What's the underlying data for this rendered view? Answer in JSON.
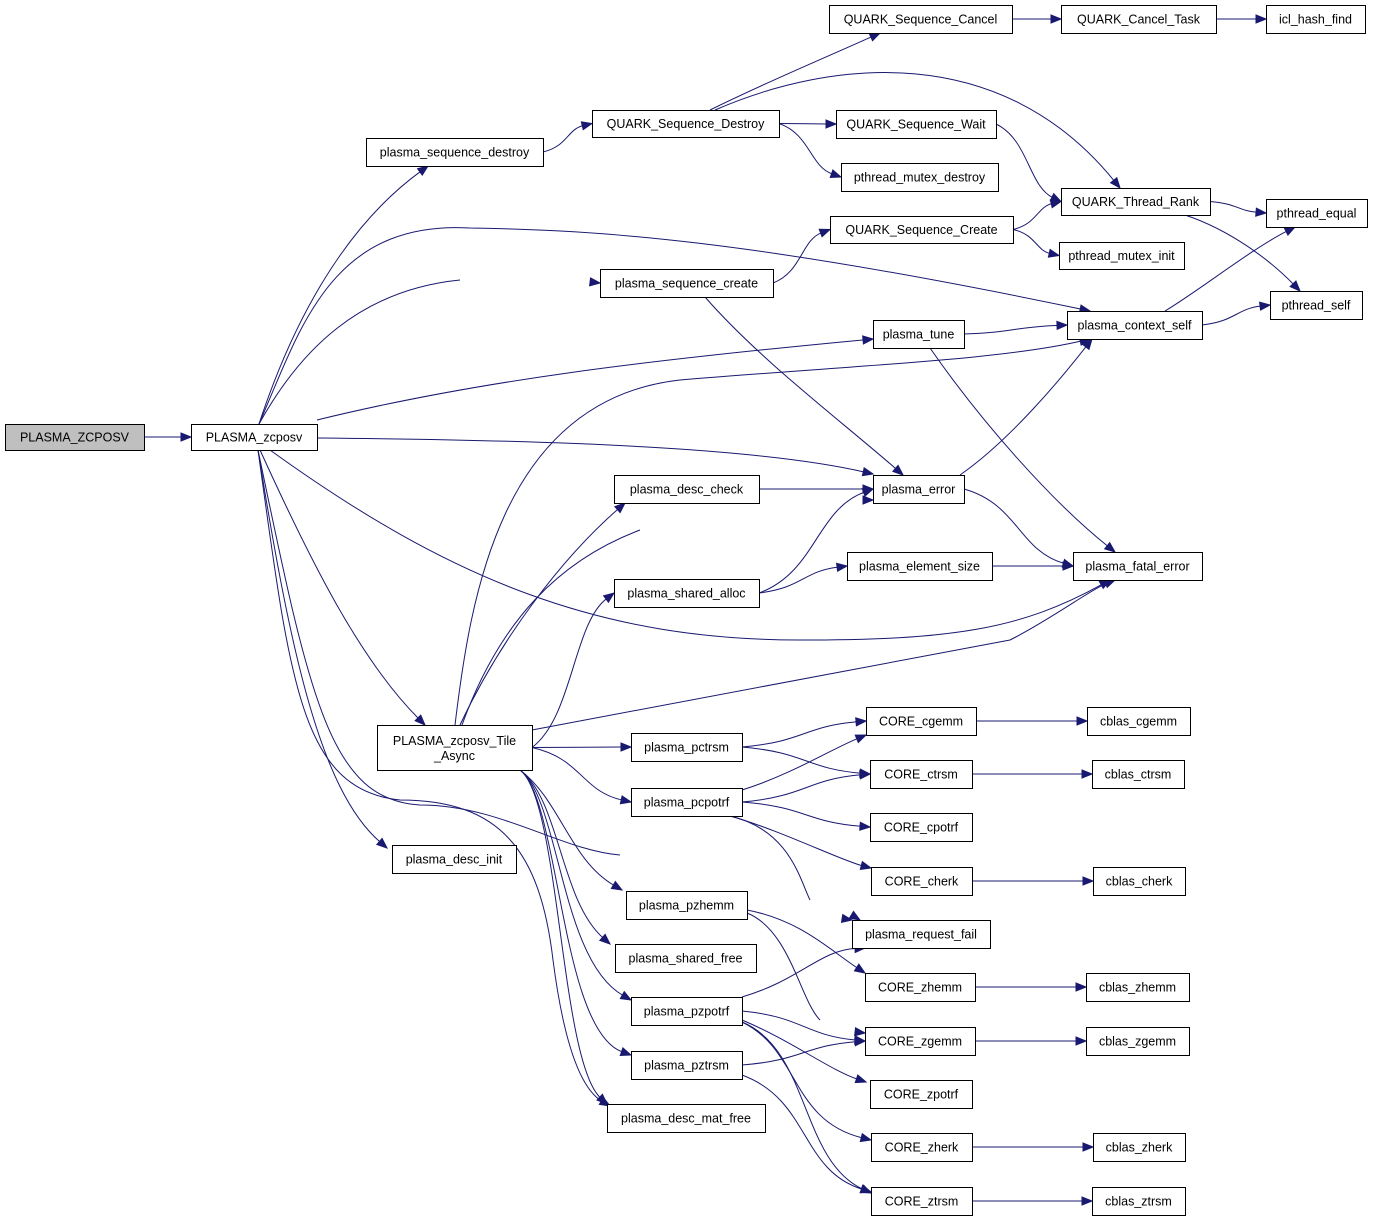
{
  "diagram": {
    "title": "Call graph for PLASMA_ZCPOSV",
    "colors": {
      "edge": "#191970",
      "root_fill": "#bfbfbf",
      "node_fill": "#ffffff",
      "node_border": "#000000"
    },
    "nodes": [
      {
        "id": "PLASMA_ZCPOSV",
        "label": "PLASMA_ZCPOSV",
        "root": true
      },
      {
        "id": "PLASMA_zcposv",
        "label": "PLASMA_zcposv"
      },
      {
        "id": "plasma_sequence_destroy",
        "label": "plasma_sequence_destroy"
      },
      {
        "id": "QUARK_Sequence_Destroy",
        "label": "QUARK_Sequence_Destroy"
      },
      {
        "id": "QUARK_Sequence_Cancel",
        "label": "QUARK_Sequence_Cancel"
      },
      {
        "id": "QUARK_Cancel_Task",
        "label": "QUARK_Cancel_Task"
      },
      {
        "id": "icl_hash_find",
        "label": "icl_hash_find"
      },
      {
        "id": "QUARK_Sequence_Wait",
        "label": "QUARK_Sequence_Wait"
      },
      {
        "id": "pthread_mutex_destroy",
        "label": "pthread_mutex_destroy"
      },
      {
        "id": "QUARK_Thread_Rank",
        "label": "QUARK_Thread_Rank"
      },
      {
        "id": "pthread_equal",
        "label": "pthread_equal"
      },
      {
        "id": "pthread_self",
        "label": "pthread_self"
      },
      {
        "id": "QUARK_Sequence_Create",
        "label": "QUARK_Sequence_Create"
      },
      {
        "id": "pthread_mutex_init",
        "label": "pthread_mutex_init"
      },
      {
        "id": "plasma_sequence_create",
        "label": "plasma_sequence_create"
      },
      {
        "id": "plasma_context_self",
        "label": "plasma_context_self"
      },
      {
        "id": "plasma_tune",
        "label": "plasma_tune"
      },
      {
        "id": "plasma_error",
        "label": "plasma_error"
      },
      {
        "id": "plasma_desc_check",
        "label": "plasma_desc_check"
      },
      {
        "id": "plasma_shared_alloc",
        "label": "plasma_shared_alloc"
      },
      {
        "id": "plasma_element_size",
        "label": "plasma_element_size"
      },
      {
        "id": "plasma_fatal_error",
        "label": "plasma_fatal_error"
      },
      {
        "id": "PLASMA_zcposv_Tile_Async",
        "label": "PLASMA_zcposv_Tile",
        "label2": "_Async"
      },
      {
        "id": "plasma_pctrsm",
        "label": "plasma_pctrsm"
      },
      {
        "id": "plasma_pcpotrf",
        "label": "plasma_pcpotrf"
      },
      {
        "id": "CORE_cgemm",
        "label": "CORE_cgemm"
      },
      {
        "id": "cblas_cgemm",
        "label": "cblas_cgemm"
      },
      {
        "id": "CORE_ctrsm",
        "label": "CORE_ctrsm"
      },
      {
        "id": "cblas_ctrsm",
        "label": "cblas_ctrsm"
      },
      {
        "id": "CORE_cpotrf",
        "label": "CORE_cpotrf"
      },
      {
        "id": "CORE_cherk",
        "label": "CORE_cherk"
      },
      {
        "id": "cblas_cherk",
        "label": "cblas_cherk"
      },
      {
        "id": "plasma_desc_init",
        "label": "plasma_desc_init"
      },
      {
        "id": "plasma_pzhemm",
        "label": "plasma_pzhemm"
      },
      {
        "id": "plasma_request_fail",
        "label": "plasma_request_fail"
      },
      {
        "id": "plasma_shared_free",
        "label": "plasma_shared_free"
      },
      {
        "id": "CORE_zhemm",
        "label": "CORE_zhemm"
      },
      {
        "id": "cblas_zhemm",
        "label": "cblas_zhemm"
      },
      {
        "id": "plasma_pzpotrf",
        "label": "plasma_pzpotrf"
      },
      {
        "id": "CORE_zgemm",
        "label": "CORE_zgemm"
      },
      {
        "id": "cblas_zgemm",
        "label": "cblas_zgemm"
      },
      {
        "id": "plasma_pztrsm",
        "label": "plasma_pztrsm"
      },
      {
        "id": "CORE_zpotrf",
        "label": "CORE_zpotrf"
      },
      {
        "id": "plasma_desc_mat_free",
        "label": "plasma_desc_mat_free"
      },
      {
        "id": "CORE_zherk",
        "label": "CORE_zherk"
      },
      {
        "id": "cblas_zherk",
        "label": "cblas_zherk"
      },
      {
        "id": "CORE_ztrsm",
        "label": "CORE_ztrsm"
      },
      {
        "id": "cblas_ztrsm",
        "label": "cblas_ztrsm"
      }
    ],
    "edges": [
      [
        "PLASMA_ZCPOSV",
        "PLASMA_zcposv"
      ],
      [
        "PLASMA_zcposv",
        "plasma_sequence_destroy"
      ],
      [
        "PLASMA_zcposv",
        "plasma_context_self"
      ],
      [
        "PLASMA_zcposv",
        "plasma_sequence_create"
      ],
      [
        "PLASMA_zcposv",
        "plasma_tune"
      ],
      [
        "PLASMA_zcposv",
        "plasma_error"
      ],
      [
        "PLASMA_zcposv",
        "plasma_fatal_error"
      ],
      [
        "PLASMA_zcposv",
        "PLASMA_zcposv_Tile_Async"
      ],
      [
        "PLASMA_zcposv",
        "plasma_desc_init"
      ],
      [
        "PLASMA_zcposv",
        "plasma_desc_mat_free"
      ],
      [
        "PLASMA_zcposv",
        "plasma_request_fail"
      ],
      [
        "plasma_sequence_destroy",
        "QUARK_Sequence_Destroy"
      ],
      [
        "QUARK_Sequence_Destroy",
        "QUARK_Sequence_Cancel"
      ],
      [
        "QUARK_Sequence_Destroy",
        "QUARK_Thread_Rank"
      ],
      [
        "QUARK_Sequence_Destroy",
        "QUARK_Sequence_Wait"
      ],
      [
        "QUARK_Sequence_Destroy",
        "pthread_mutex_destroy"
      ],
      [
        "QUARK_Sequence_Cancel",
        "QUARK_Cancel_Task"
      ],
      [
        "QUARK_Cancel_Task",
        "icl_hash_find"
      ],
      [
        "QUARK_Sequence_Wait",
        "QUARK_Thread_Rank"
      ],
      [
        "QUARK_Thread_Rank",
        "pthread_equal"
      ],
      [
        "QUARK_Thread_Rank",
        "pthread_self"
      ],
      [
        "QUARK_Sequence_Create",
        "QUARK_Thread_Rank"
      ],
      [
        "QUARK_Sequence_Create",
        "pthread_mutex_init"
      ],
      [
        "plasma_sequence_create",
        "QUARK_Sequence_Create"
      ],
      [
        "plasma_sequence_create",
        "plasma_error"
      ],
      [
        "plasma_context_self",
        "pthread_equal"
      ],
      [
        "plasma_context_self",
        "pthread_self"
      ],
      [
        "plasma_tune",
        "plasma_context_self"
      ],
      [
        "plasma_tune",
        "plasma_fatal_error"
      ],
      [
        "plasma_error",
        "plasma_context_self"
      ],
      [
        "plasma_error",
        "plasma_fatal_error"
      ],
      [
        "plasma_desc_check",
        "plasma_error"
      ],
      [
        "plasma_shared_alloc",
        "plasma_error"
      ],
      [
        "plasma_shared_alloc",
        "plasma_element_size"
      ],
      [
        "plasma_element_size",
        "plasma_fatal_error"
      ],
      [
        "PLASMA_zcposv_Tile_Async",
        "plasma_context_self"
      ],
      [
        "PLASMA_zcposv_Tile_Async",
        "plasma_desc_check"
      ],
      [
        "PLASMA_zcposv_Tile_Async",
        "plasma_error"
      ],
      [
        "PLASMA_zcposv_Tile_Async",
        "plasma_shared_alloc"
      ],
      [
        "PLASMA_zcposv_Tile_Async",
        "plasma_fatal_error"
      ],
      [
        "PLASMA_zcposv_Tile_Async",
        "plasma_pctrsm"
      ],
      [
        "PLASMA_zcposv_Tile_Async",
        "plasma_pcpotrf"
      ],
      [
        "PLASMA_zcposv_Tile_Async",
        "plasma_pzhemm"
      ],
      [
        "PLASMA_zcposv_Tile_Async",
        "plasma_shared_free"
      ],
      [
        "PLASMA_zcposv_Tile_Async",
        "plasma_pzpotrf"
      ],
      [
        "PLASMA_zcposv_Tile_Async",
        "plasma_pztrsm"
      ],
      [
        "PLASMA_zcposv_Tile_Async",
        "plasma_desc_mat_free"
      ],
      [
        "plasma_pctrsm",
        "CORE_cgemm"
      ],
      [
        "plasma_pctrsm",
        "CORE_ctrsm"
      ],
      [
        "plasma_pcpotrf",
        "CORE_cgemm"
      ],
      [
        "plasma_pcpotrf",
        "CORE_ctrsm"
      ],
      [
        "plasma_pcpotrf",
        "CORE_cpotrf"
      ],
      [
        "plasma_pcpotrf",
        "CORE_cherk"
      ],
      [
        "plasma_pcpotrf",
        "plasma_request_fail"
      ],
      [
        "CORE_cgemm",
        "cblas_cgemm"
      ],
      [
        "CORE_ctrsm",
        "cblas_ctrsm"
      ],
      [
        "CORE_cherk",
        "cblas_cherk"
      ],
      [
        "plasma_pzhemm",
        "CORE_zhemm"
      ],
      [
        "plasma_pzhemm",
        "CORE_zgemm"
      ],
      [
        "plasma_pzpotrf",
        "plasma_request_fail"
      ],
      [
        "plasma_pzpotrf",
        "CORE_zgemm"
      ],
      [
        "plasma_pzpotrf",
        "CORE_zpotrf"
      ],
      [
        "plasma_pzpotrf",
        "CORE_zherk"
      ],
      [
        "plasma_pzpotrf",
        "CORE_ztrsm"
      ],
      [
        "plasma_pztrsm",
        "CORE_zgemm"
      ],
      [
        "plasma_pztrsm",
        "CORE_ztrsm"
      ],
      [
        "CORE_zhemm",
        "cblas_zhemm"
      ],
      [
        "CORE_zgemm",
        "cblas_zgemm"
      ],
      [
        "CORE_zherk",
        "cblas_zherk"
      ],
      [
        "CORE_ztrsm",
        "cblas_ztrsm"
      ]
    ]
  }
}
